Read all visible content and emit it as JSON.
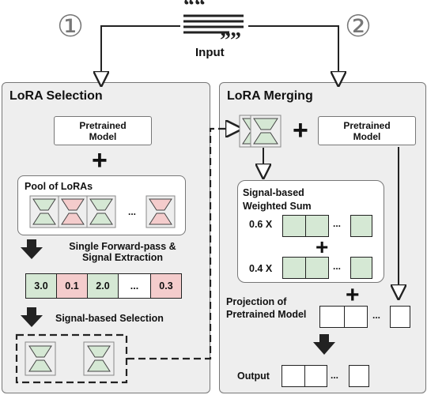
{
  "input_label": "Input",
  "step1": "①",
  "step2": "②",
  "selection": {
    "title": "LoRA Selection",
    "pretrained": "Pretrained Model",
    "pool_title": "Pool of LoRAs",
    "forward_label": "Single Forward-pass & Signal Extraction",
    "scores": [
      "3.0",
      "0.1",
      "2.0",
      "...",
      "0.3"
    ],
    "selection_label": "Signal-based Selection",
    "dots": "..."
  },
  "merging": {
    "title": "LoRA Merging",
    "pretrained": "Pretrained Model",
    "weighted_title": "Signal-based Weighted Sum",
    "coef1": "0.6 X",
    "coef2": "0.4 X",
    "projection_label": "Projection of Pretrained Model",
    "output_label": "Output",
    "dots": "..."
  },
  "colors": {
    "green": "#d5e8d4",
    "pink": "#f4cccc",
    "panel": "#eeeeee"
  }
}
